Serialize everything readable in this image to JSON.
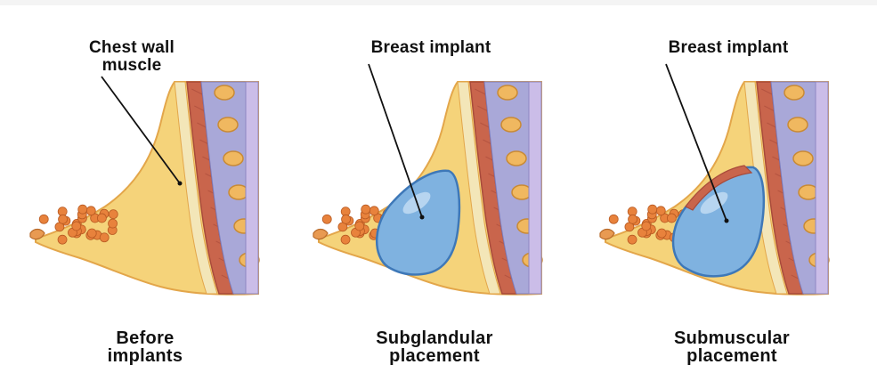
{
  "panels": [
    {
      "callout": "Chest wall\nmuscle",
      "caption": "Before\nimplants",
      "has_implant": false
    },
    {
      "callout": "Breast implant",
      "caption": "Subglandular\nplacement",
      "has_implant": true,
      "implant_position": "under-gland"
    },
    {
      "callout": "Breast implant",
      "caption": "Submuscular\nplacement",
      "has_implant": true,
      "implant_position": "under-muscle"
    }
  ],
  "colors": {
    "fat": "#f5d37a",
    "fat_edge": "#e3a64a",
    "gland_lobule": "#e8823c",
    "muscle": "#c9654c",
    "muscle_dark": "#a84a3a",
    "rib": "#f0b860",
    "intercostal": "#a9a8d8",
    "implant": "#7fb2e0",
    "implant_edge": "#3e78b8",
    "skin_line": "#d98a3a",
    "fascia": "#f3e6b8"
  }
}
